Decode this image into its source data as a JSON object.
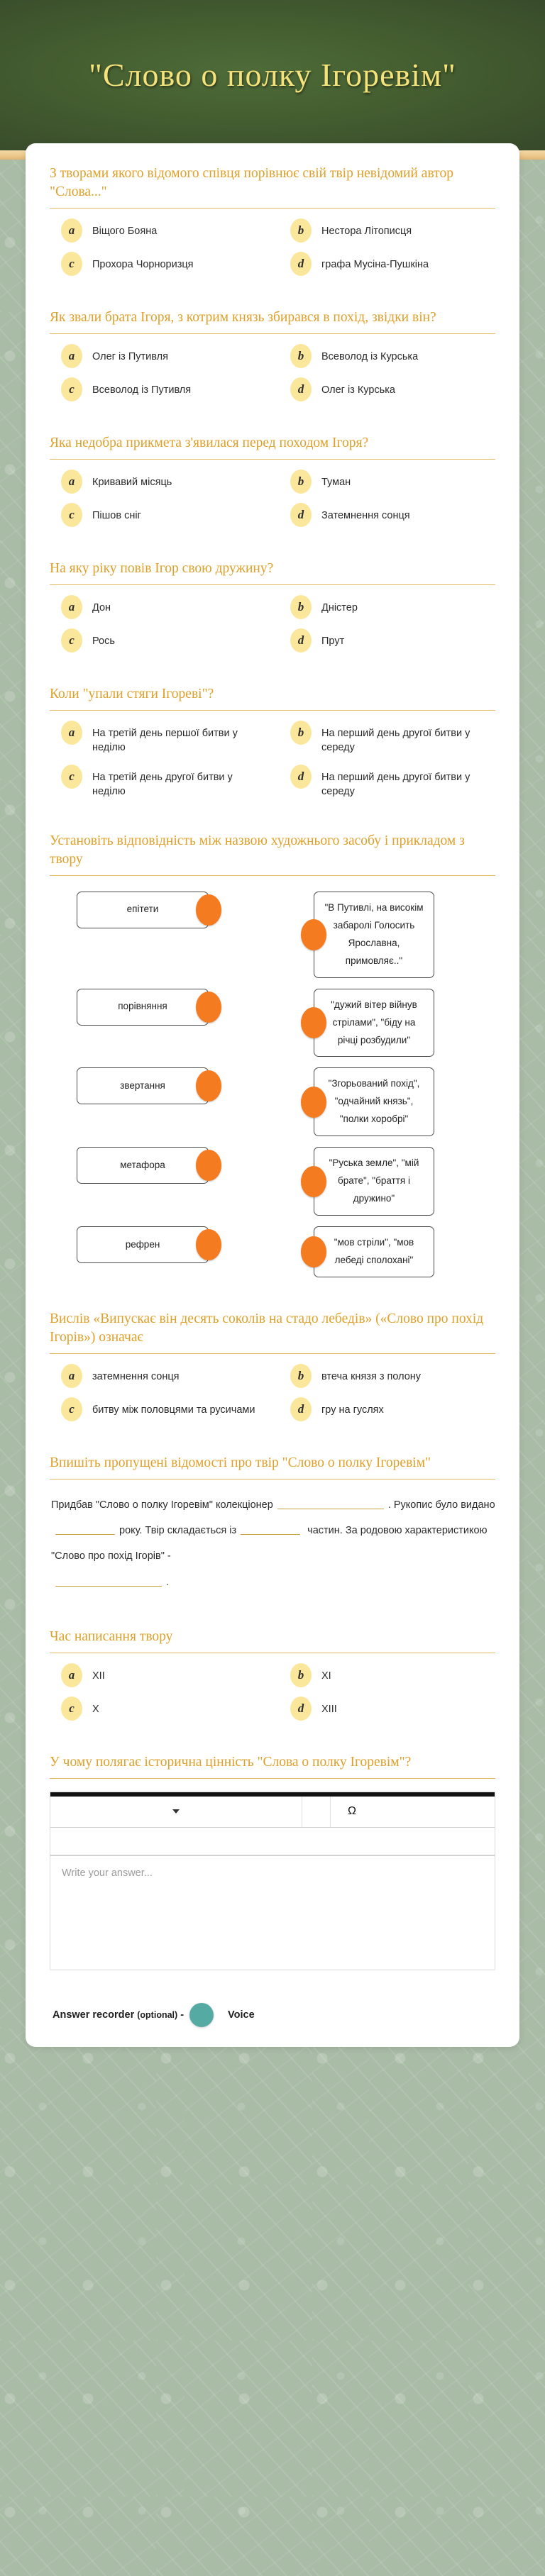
{
  "banner": {
    "title": "\"Слово о полку Ігоревім\""
  },
  "questions": [
    {
      "id": "q1",
      "text": "З творами якого відомого співця порівнює свій твір невідомий автор \"Слова...\"",
      "type": "choice",
      "options": [
        {
          "key": "a",
          "label": "Віщого Бояна"
        },
        {
          "key": "b",
          "label": "Нестора Літописця"
        },
        {
          "key": "c",
          "label": "Прохора Чорноризця"
        },
        {
          "key": "d",
          "label": "графа Мусіна-Пушкіна"
        }
      ]
    },
    {
      "id": "q2",
      "text": "Як звали брата Ігоря, з котрим князь збирався в похід, звідки він?",
      "type": "choice",
      "options": [
        {
          "key": "a",
          "label": "Олег із Путивля"
        },
        {
          "key": "b",
          "label": "Всеволод із Курська"
        },
        {
          "key": "c",
          "label": "Всеволод із Путивля"
        },
        {
          "key": "d",
          "label": "Олег із Курська"
        }
      ]
    },
    {
      "id": "q3",
      "text": "Яка недобра прикмета з'явилася перед  походом Ігоря?",
      "type": "choice",
      "options": [
        {
          "key": "a",
          "label": "Кривавий місяць"
        },
        {
          "key": "b",
          "label": "Туман"
        },
        {
          "key": "c",
          "label": "Пішов сніг"
        },
        {
          "key": "d",
          "label": "Затемнення сонця"
        }
      ]
    },
    {
      "id": "q4",
      "text": "На яку ріку повів Ігор свою  дружину?",
      "type": "choice",
      "options": [
        {
          "key": "a",
          "label": "Дон"
        },
        {
          "key": "b",
          "label": "Дністер"
        },
        {
          "key": "c",
          "label": "Рось"
        },
        {
          "key": "d",
          "label": "Прут"
        }
      ]
    },
    {
      "id": "q5",
      "text": "Коли \"упали стяги Ігореві\"?",
      "type": "choice",
      "options": [
        {
          "key": "a",
          "label": "На третій день першої битви у неділю"
        },
        {
          "key": "b",
          "label": "На перший день другої битви у середу"
        },
        {
          "key": "c",
          "label": "На третій день другої битви у неділю"
        },
        {
          "key": "d",
          "label": "На перший день другої битви у середу"
        }
      ]
    },
    {
      "id": "q6",
      "text": "Установіть відповідність між назвою художнього засобу і прикладом з твору",
      "type": "match",
      "pairs": [
        {
          "left": "епітети",
          "right": "\"В Путивлі, на високім забаролі Голосить Ярославна, примовляє..\""
        },
        {
          "left": "порівняння",
          "right": "\"дужий вітер війнув стрілами\", \"біду на річці розбудили\""
        },
        {
          "left": "звертання",
          "right": "\"Згорьований похід\", \"одчайний князь\", \"полки хоробрі\""
        },
        {
          "left": "метафора",
          "right": "\"Руська земле\", \"мій брате\", \"браття і дружино\""
        },
        {
          "left": "рефрен",
          "right": "\"мов стріли\", \"мов лебеді сполохані\""
        }
      ]
    },
    {
      "id": "q7",
      "text": "Вислів «Випускає він десять соколів на стадо лебедів» («Слово про похід Ігорів») означає",
      "type": "choice",
      "options": [
        {
          "key": "a",
          "label": "затемнення сонця"
        },
        {
          "key": "b",
          "label": "втеча князя з полону"
        },
        {
          "key": "c",
          "label": "битву між половцями та русичами"
        },
        {
          "key": "d",
          "label": "гру на гуслях"
        }
      ]
    },
    {
      "id": "q8",
      "text": "Впишіть пропущені відомості про твір \"Слово о полку Ігоревім\"",
      "type": "fill",
      "fill": {
        "s1": "Придбав \"Слово о полку Ігоревім\" колекціонер",
        "s2": ".",
        "s3": "Рукопис було видано",
        "s4": "року. Твір складається із",
        "s5": "частин. За родовою характеристикою \"Слово про похід Ігорів\" -",
        "s6": "."
      }
    },
    {
      "id": "q9",
      "text": "Час написання твору",
      "type": "choice",
      "options": [
        {
          "key": "a",
          "label": "XII"
        },
        {
          "key": "b",
          "label": "XI"
        },
        {
          "key": "c",
          "label": "X"
        },
        {
          "key": "d",
          "label": "XIII"
        }
      ]
    },
    {
      "id": "q10",
      "text": "У чому полягає історична цінність \"Слова о полку Ігоревім\"?",
      "type": "open",
      "editor": {
        "omega_label": "Ω",
        "placeholder": "Write your answer...",
        "value": ""
      }
    }
  ],
  "recorder": {
    "label": "Answer recorder",
    "optional": "(optional)",
    "dash": "-",
    "voice": "Voice"
  },
  "colors": {
    "accent_orange": "#dfa02a",
    "badge_yellow": "#fbe79c",
    "dot_orange": "#f47b20",
    "recorder_teal": "#56aaa4",
    "banner_green": "#445d30",
    "banner_title": "#f5e27a",
    "background_sage": "#a9bca6"
  }
}
